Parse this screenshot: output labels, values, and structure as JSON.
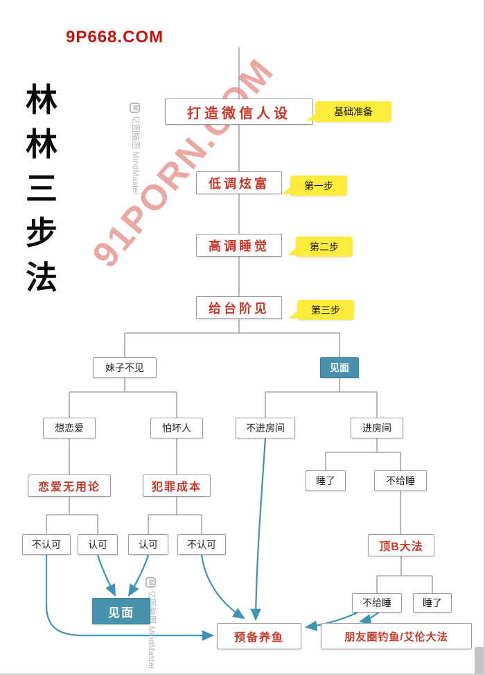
{
  "colors": {
    "red": "#c5392b",
    "teal": "#4792ad",
    "yellow": "#ffeb3b",
    "line": "#a6a6a6",
    "arrow": "#3e93b5",
    "wm-red": "#c21313",
    "wm-pink": "#e2837e"
  },
  "watermarks": {
    "site_top": "9P668.COM",
    "diagonal": "91PORN.COM",
    "logo_icon": "M",
    "logo_cn": "亿图脑图",
    "logo_en": "MindMaster"
  },
  "title": {
    "text": "林林三步法",
    "chars": [
      "林",
      "林",
      "三",
      "步",
      "法"
    ]
  },
  "callouts": {
    "basics": "基础准备",
    "step1": "第一步",
    "step2": "第二步",
    "step3": "第三步"
  },
  "nodes": {
    "persona": "打造微信人设",
    "step1": "低调炫富",
    "step2": "高调睡觉",
    "step3": "给台阶见",
    "girl_no_meet": "妹子不见",
    "meet_top": "见面",
    "want_love": "想恋爱",
    "fear_bad_people": "怕坏人",
    "not_enter_room": "不进房间",
    "enter_room": "进房间",
    "love_useless": "恋爱无用论",
    "crime_cost": "犯罪成本",
    "slept": "睡了",
    "no_sleep": "不给睡",
    "disagree_left": "不认可",
    "agree_left": "认可",
    "agree_right": "认可",
    "disagree_right": "不认可",
    "top_b_method": "顶B大法",
    "no_sleep_2": "不给睡",
    "slept_2": "睡了",
    "meet_bottom": "见面",
    "backup_fishing": "预备养鱼",
    "moments_fishing": "朋友圈钓鱼/艾伦大法"
  }
}
